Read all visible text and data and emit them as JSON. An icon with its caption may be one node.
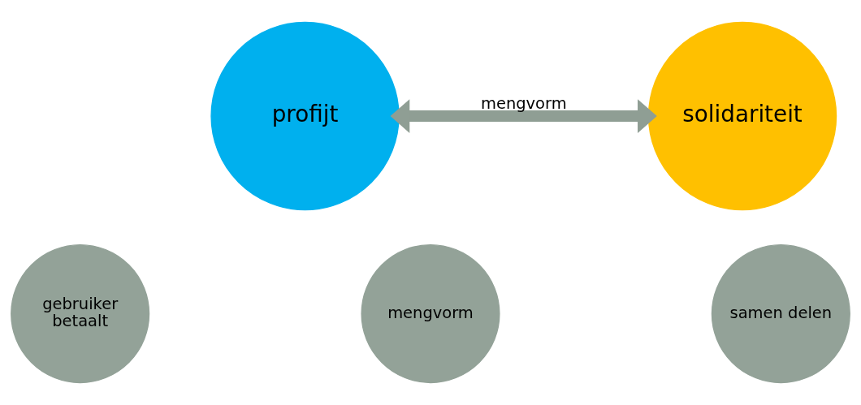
{
  "diagram": {
    "nodes": [
      {
        "text": [
          "profijt"
        ]
      },
      {
        "text": [
          "solidariteit"
        ]
      },
      {
        "text": [
          "gebruiker betaalt"
        ]
      },
      {
        "text": [
          "mengvorm"
        ]
      },
      {
        "text": [
          "samen delen"
        ]
      }
    ],
    "edges": [
      {
        "from": 0,
        "to": 1,
        "arrow": "both",
        "label": "mengvorm",
        "color": "#8f9e94"
      }
    ]
  }
}
